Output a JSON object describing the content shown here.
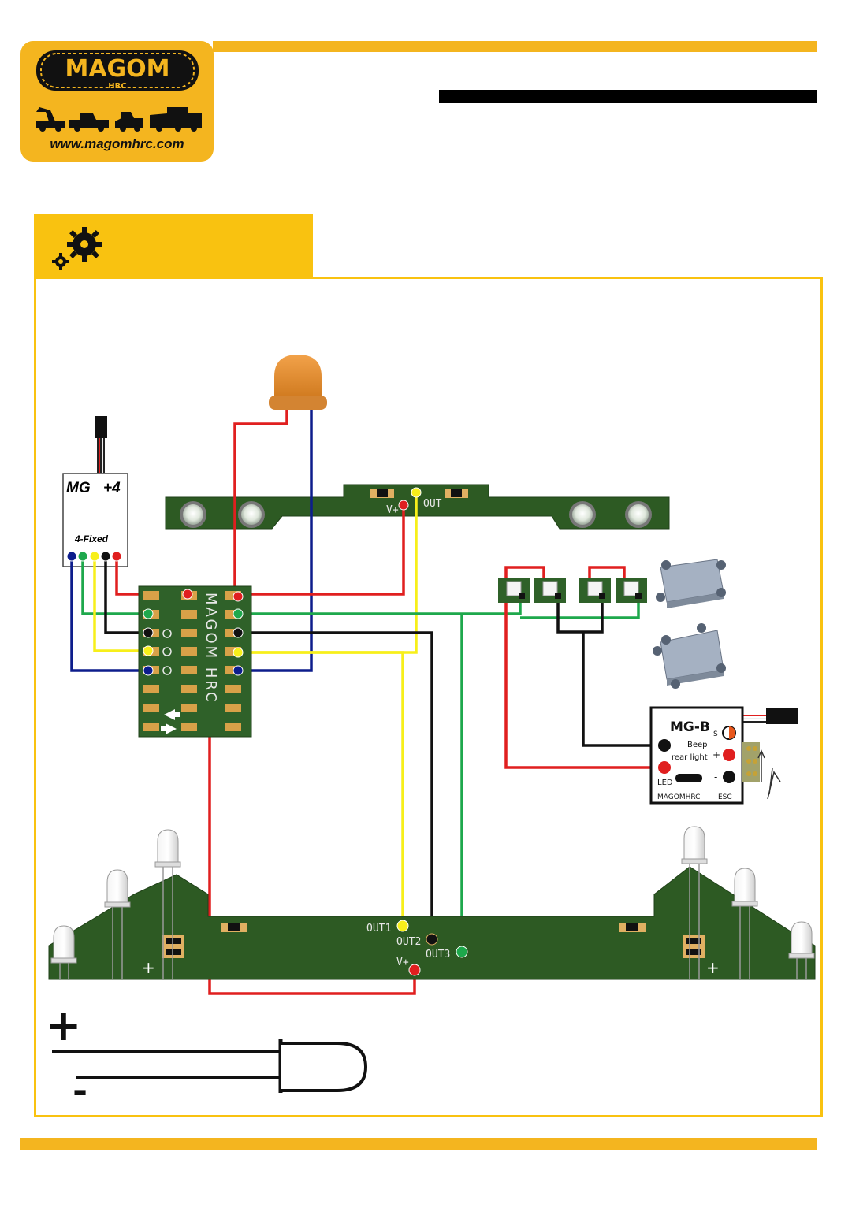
{
  "logo": {
    "brand": "MAGOM",
    "sub": "HRC",
    "url": "www.magomhrc.com"
  },
  "module": {
    "name": "MG",
    "variant": "+4",
    "mode": "4-Fixed"
  },
  "controller": {
    "brand": "MAGOM HRC"
  },
  "top_bar": {
    "v_label": "V+",
    "out_label": "OUT"
  },
  "bottom_bar": {
    "out1": "OUT1",
    "out2": "OUT2",
    "out3": "OUT3",
    "v_label": "V+"
  },
  "mgb": {
    "title": "MG-B",
    "s": "S",
    "plus": "+",
    "minus": "-",
    "beep": "Beep",
    "rear_light": "rear light",
    "led": "LED",
    "esc": "ESC",
    "brand": "MAGOMHRC"
  },
  "legend": {
    "plus": "+",
    "minus": "-"
  },
  "colors": {
    "accent": "#f4b51f",
    "pcb": "#2d5a23",
    "wire_red": "#e01f1f",
    "wire_yellow": "#f7ef1a",
    "wire_green": "#1ea84c",
    "wire_blue": "#0d1d8c",
    "wire_black": "#111111"
  }
}
